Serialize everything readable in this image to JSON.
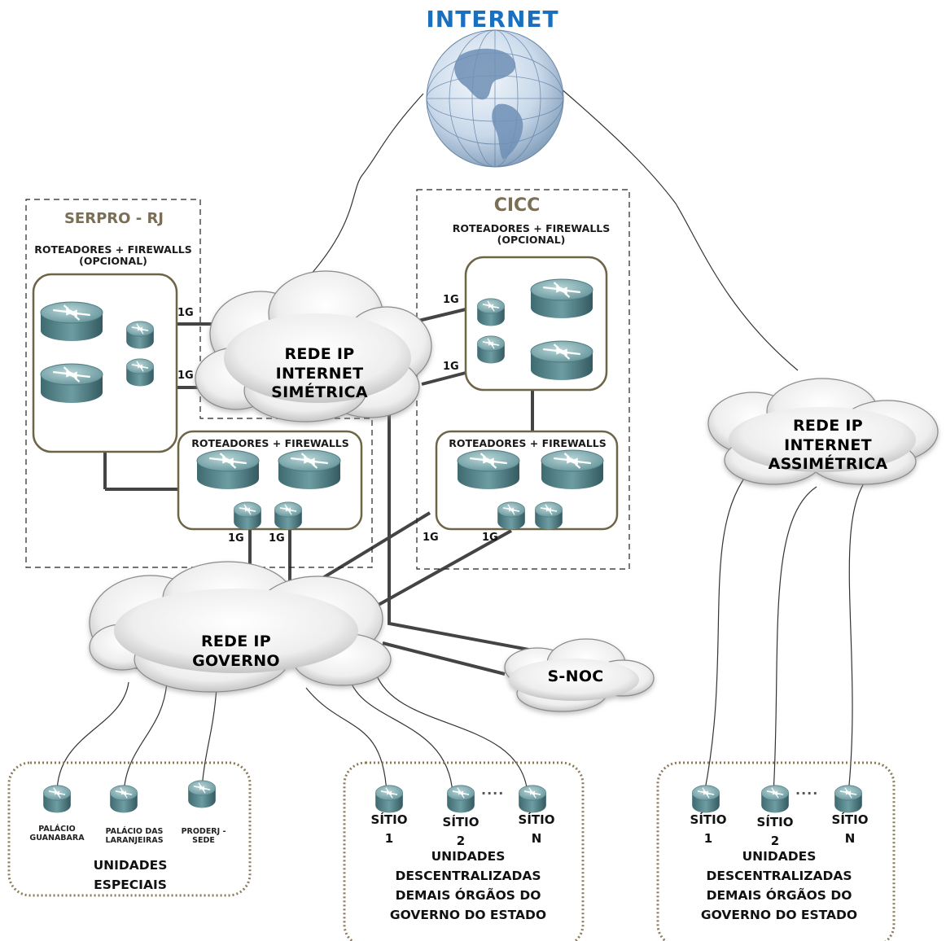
{
  "internet": {
    "title": "INTERNET",
    "title_color": "#1a6fbf"
  },
  "clouds": {
    "simetrica": [
      "REDE IP",
      "INTERNET",
      "SIMÉTRICA"
    ],
    "assimetrica": [
      "REDE IP",
      "INTERNET",
      "ASSIMÉTRICA"
    ],
    "governo": [
      "REDE IP",
      "GOVERNO"
    ],
    "snoc": "S-NOC"
  },
  "serpro": {
    "title": "SERPRO -  RJ",
    "title_color": "#7a6f55",
    "top_label": "ROTEADORES + FIREWALLS\n(OPCIONAL)",
    "bottom_label": "ROTEADORES + FIREWALLS"
  },
  "cicc": {
    "title": "CICC",
    "title_color": "#7a6f55",
    "top_label": "ROTEADORES + FIREWALLS\n(OPCIONAL)",
    "bottom_label": "ROTEADORES + FIREWALLS"
  },
  "link_speed": "1G",
  "especiais": {
    "sites": [
      "PALÁCIO\nGUANABARA",
      "PALÁCIO DAS\nLARANJEIRAS",
      "PRODERJ -\nSEDE"
    ],
    "label": "UNIDADES\nESPECIAIS"
  },
  "descentralizadas": {
    "sites": [
      "SÍTIO\n1",
      "SÍTIO\n2",
      "SÍTIO\nN"
    ],
    "ellipsis": "....",
    "label": "UNIDADES\nDESCENTRALIZADAS\nDEMAIS ÓRGÃOS DO\nGOVERNO DO ESTADO"
  },
  "assim_units": {
    "sites": [
      "SÍTIO\n1",
      "SÍTIO\n2",
      "SÍTIO\nN"
    ],
    "ellipsis": "....",
    "label": "UNIDADES\nDESCENTRALIZADAS\nDEMAIS ÓRGÃOS DO\nGOVERNO DO ESTADO"
  }
}
